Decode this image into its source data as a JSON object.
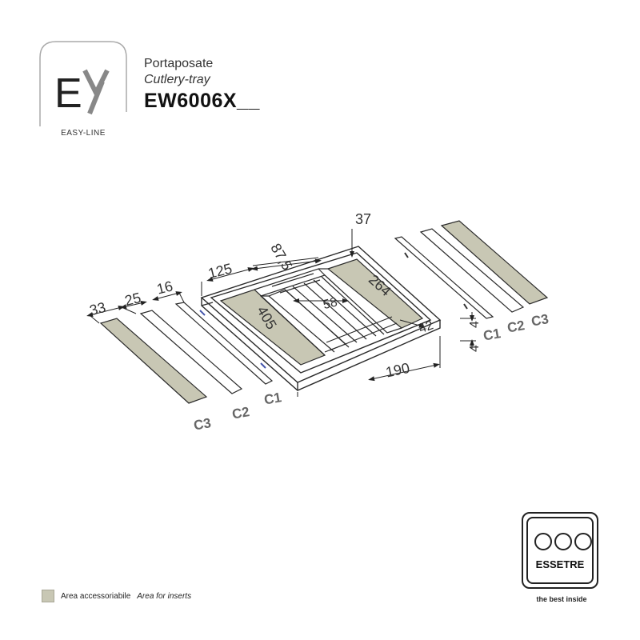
{
  "header": {
    "logo_caption": "EASY-LINE",
    "title_it": "Portaposate",
    "title_en": "Cutlery-tray",
    "product_code": "EW6006X__"
  },
  "dimensions": {
    "d37": "37",
    "d87_5": "87,5",
    "d125": "125",
    "d264": "264",
    "d58": "58",
    "d405": "405",
    "d42": "42",
    "d190": "190",
    "d4a": "4",
    "d4b": "4",
    "d33": "33",
    "d25": "25",
    "d16": "16"
  },
  "parts": {
    "left_c3": "C3",
    "left_c2": "C2",
    "left_c1": "C1",
    "right_c1": "C1",
    "right_c2": "C2",
    "right_c3": "C3"
  },
  "legend": {
    "label_it": "Area accessoriabile",
    "label_en": "Area for inserts"
  },
  "brand": {
    "name": "ESSETRE",
    "tagline": "the best inside"
  },
  "colors": {
    "insert_area": "#c8c7b4",
    "outline": "#2a2a2a"
  }
}
